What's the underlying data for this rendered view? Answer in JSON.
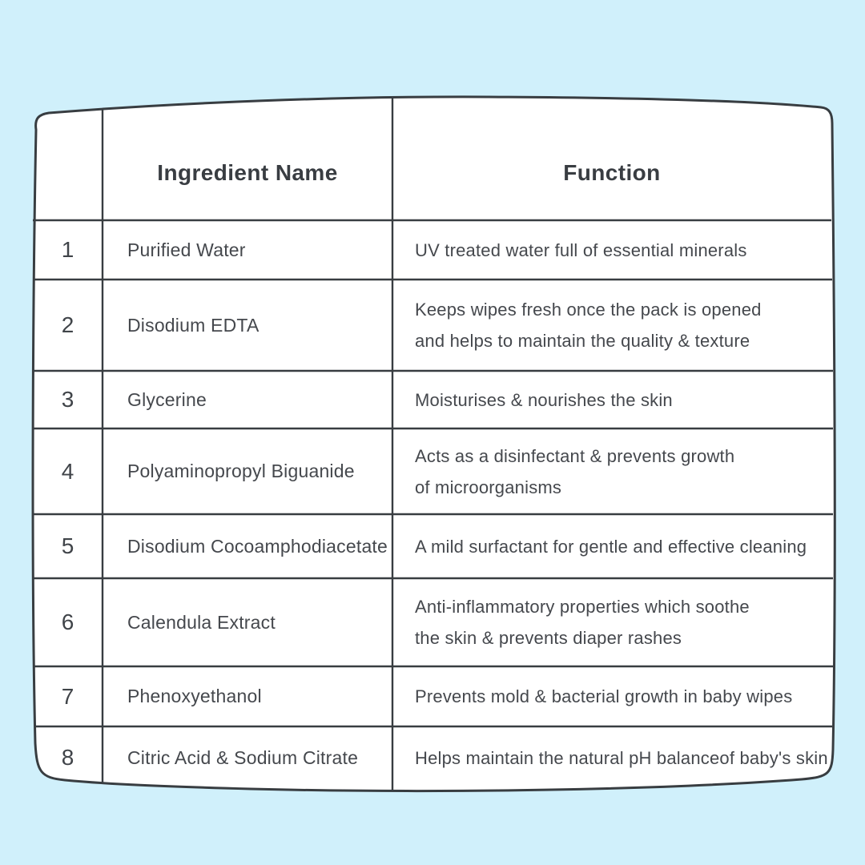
{
  "page": {
    "background_color": "#d0f0fb",
    "panel_color": "#ffffff",
    "line_color": "#383d41",
    "text_color": "#45484d"
  },
  "table": {
    "columns": {
      "ingredient": "Ingredient Name",
      "function": "Function"
    },
    "rows": [
      {
        "number": "1",
        "ingredient": "Purified Water",
        "function": "UV treated water full of essential minerals"
      },
      {
        "number": "2",
        "ingredient": "Disodium EDTA",
        "function": "Keeps wipes fresh once the pack is opened\nand helps to maintain the quality & texture"
      },
      {
        "number": "3",
        "ingredient": "Glycerine",
        "function": "Moisturises & nourishes the skin"
      },
      {
        "number": "4",
        "ingredient": "Polyaminopropyl Biguanide",
        "function": "Acts as a disinfectant & prevents growth\nof microorganisms"
      },
      {
        "number": "5",
        "ingredient": "Disodium Cocoamphodiacetate",
        "function": "A mild surfactant for gentle and effective cleaning"
      },
      {
        "number": "6",
        "ingredient": "Calendula Extract",
        "function": "Anti-inflammatory properties which soothe\nthe skin & prevents diaper rashes"
      },
      {
        "number": "7",
        "ingredient": "Phenoxyethanol",
        "function": "Prevents mold & bacterial growth in baby wipes"
      },
      {
        "number": "8",
        "ingredient": "Citric Acid & Sodium Citrate",
        "function": "Helps maintain the natural pH balanceof baby's skin"
      }
    ]
  }
}
